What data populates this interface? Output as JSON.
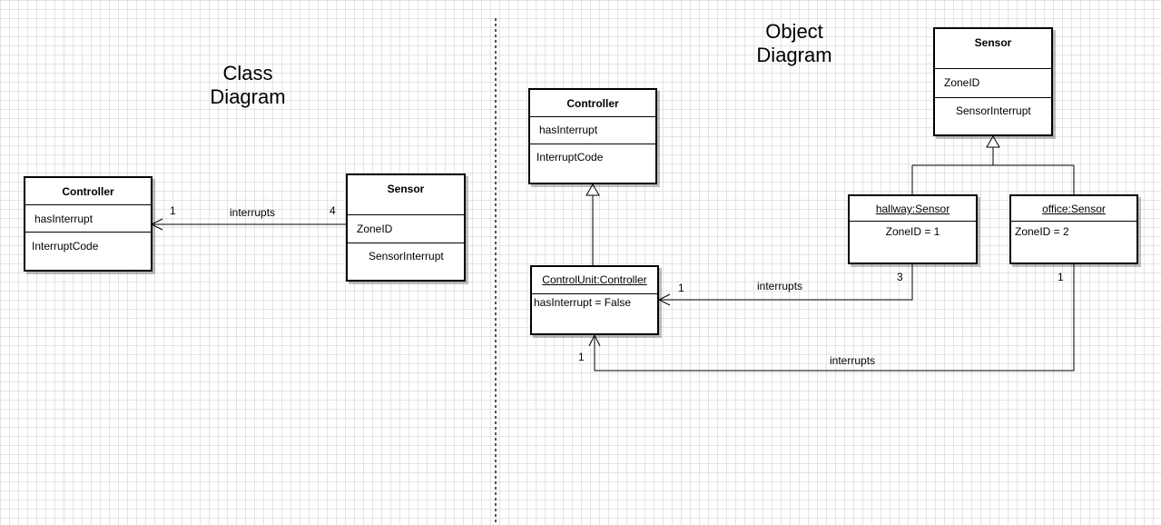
{
  "class_diagram": {
    "heading_line1": "Class",
    "heading_line2": "Diagram",
    "controller": {
      "name": "Controller",
      "attribute": "hasInterrupt",
      "operation": "InterruptCode"
    },
    "sensor": {
      "name": "Sensor",
      "attribute": "ZoneID",
      "operation": "SensorInterrupt"
    },
    "association": {
      "label": "interrupts",
      "controller_multiplicity": "1",
      "sensor_multiplicity": "4"
    }
  },
  "object_diagram": {
    "heading_line1": "Object",
    "heading_line2": "Diagram",
    "controller_class": {
      "name": "Controller",
      "attribute": "hasInterrupt",
      "operation": "InterruptCode"
    },
    "sensor_class": {
      "name": "Sensor",
      "attribute": "ZoneID",
      "operation": "SensorInterrupt"
    },
    "control_unit": {
      "name": "ControlUnit:Controller",
      "slot": "hasInterrupt = False"
    },
    "hallway": {
      "name": "hallway:Sensor",
      "slot": "ZoneID = 1"
    },
    "office": {
      "name": "office:Sensor",
      "slot": "ZoneID = 2"
    },
    "hallway_link": {
      "label": "interrupts",
      "control_unit_multiplicity": "1",
      "hallway_multiplicity": "3"
    },
    "office_link": {
      "label": "interrupts",
      "control_unit_multiplicity": "1",
      "office_multiplicity": "1"
    }
  }
}
